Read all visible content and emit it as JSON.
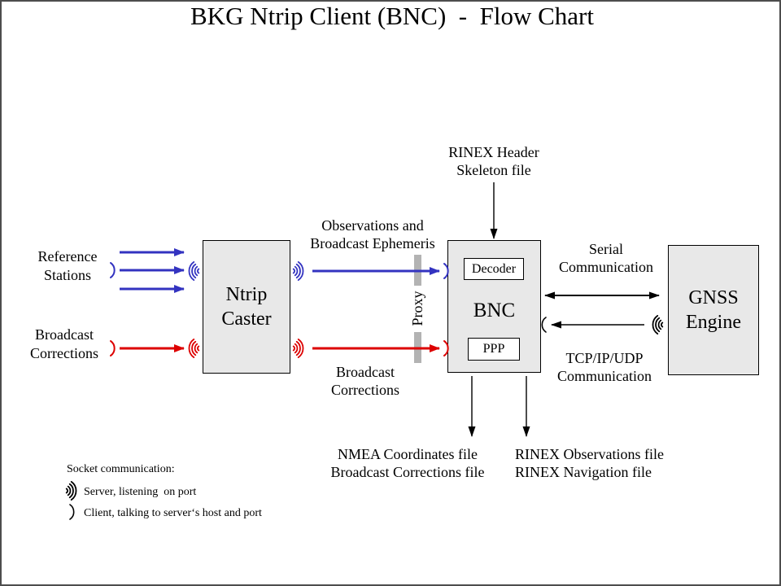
{
  "title": "BKG Ntrip Client (BNC)  -  Flow Chart",
  "nodes": {
    "ntrip_caster": {
      "lines": [
        "Ntrip",
        "Caster"
      ]
    },
    "bnc": {
      "label": "BNC",
      "decoder": "Decoder",
      "ppp": "PPP"
    },
    "gnss_engine": {
      "lines": [
        "GNSS",
        "Engine"
      ]
    }
  },
  "sources": {
    "reference_stations": {
      "lines": [
        "Reference",
        "Stations"
      ]
    },
    "broadcast_corrections": {
      "lines": [
        "Broadcast",
        "Corrections"
      ]
    }
  },
  "labels": {
    "observations": {
      "lines": [
        "Observations and",
        "Broadcast Ephemeris"
      ]
    },
    "broadcast_corrections_link": {
      "lines": [
        "Broadcast",
        "Corrections"
      ]
    },
    "rinex_header": {
      "lines": [
        "RINEX Header",
        "Skeleton file"
      ]
    },
    "serial": {
      "lines": [
        "Serial",
        "Communication"
      ]
    },
    "tcp": {
      "lines": [
        "TCP/IP/UDP",
        "Communication"
      ]
    },
    "proxy": "Proxy"
  },
  "outputs": {
    "nmea": {
      "lines": [
        "NMEA Coordinates file",
        "Broadcast Corrections file"
      ]
    },
    "rinex_files": {
      "lines": [
        "RINEX Observations file",
        "RINEX Navigation file"
      ]
    }
  },
  "legend": {
    "heading": "Socket communication:",
    "server_label": "Server, listening  on port",
    "client_label": "Client, talking to server‘s host and port"
  },
  "icons": {
    "server_listening": "radio-wave-arcs",
    "client_talking": "single-arc"
  },
  "colors": {
    "blue": "#3333c0",
    "red": "#dd0000",
    "black": "#000000",
    "node_fill": "#e8e8e8",
    "node_border": "#000000",
    "proxy_bar": "#b3b3b3",
    "frame": "#4d4d4d",
    "background": "#ffffff"
  },
  "edges": [
    {
      "from": "Reference Stations",
      "to": "Ntrip Caster",
      "color": "blue",
      "count": 3
    },
    {
      "from": "Broadcast Corrections",
      "to": "Ntrip Caster",
      "color": "red",
      "count": 1
    },
    {
      "from": "Ntrip Caster",
      "to": "BNC",
      "label": "Observations and Broadcast Ephemeris",
      "color": "blue",
      "via": "Proxy"
    },
    {
      "from": "Ntrip Caster",
      "to": "BNC",
      "label": "Broadcast Corrections",
      "color": "red",
      "via": "Proxy"
    },
    {
      "from": "RINEX Header Skeleton file",
      "to": "BNC",
      "color": "black"
    },
    {
      "from": "BNC",
      "to": "GNSS Engine",
      "label": "Serial Communication",
      "color": "black",
      "bidirectional": true
    },
    {
      "from": "GNSS Engine",
      "to": "BNC",
      "label": "TCP/IP/UDP Communication",
      "color": "black"
    },
    {
      "from": "BNC",
      "to": "NMEA Coordinates file / Broadcast Corrections file",
      "color": "black"
    },
    {
      "from": "BNC",
      "to": "RINEX Observations file / RINEX Navigation file",
      "color": "black"
    }
  ]
}
